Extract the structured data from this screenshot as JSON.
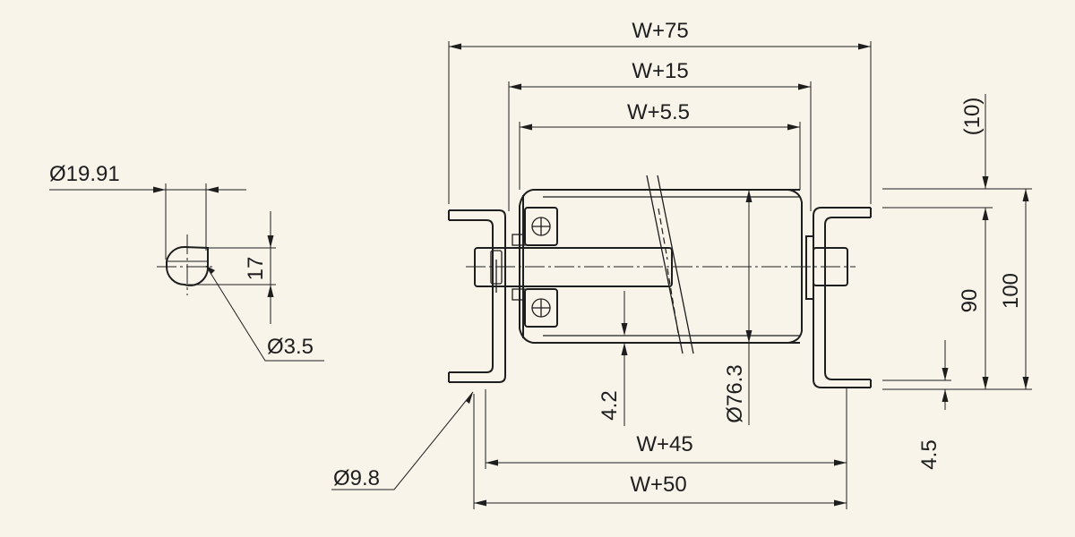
{
  "background_color": "#f8f4ea",
  "line_color": "#1e1e1e",
  "dimensions": {
    "w75": "W+75",
    "w15": "W+15",
    "w5_5": "W+5.5",
    "w45": "W+45",
    "w50": "W+50",
    "h10": "(10)",
    "h90": "90",
    "h100": "100",
    "h4_5": "4.5",
    "h4_2": "4.2",
    "d76_3": "Ø76.3",
    "d19_91": "Ø19.91",
    "h17": "17",
    "d3_5": "Ø3.5",
    "d9_8": "Ø9.8"
  }
}
